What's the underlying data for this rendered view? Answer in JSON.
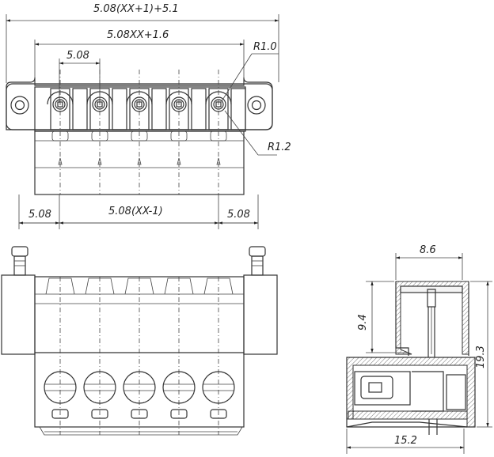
{
  "dimensions": {
    "overall_width": "5.08(XX+1)+5.1",
    "pin_span": "5.08XX+1.6",
    "pitch": "5.08",
    "radius_top": "R1.0",
    "radius_bottom": "R1.2",
    "left_offset": "5.08",
    "middle_span": "5.08(XX-1)",
    "right_offset": "5.08",
    "side_top_width": "8.6",
    "side_height_small": "9.4",
    "side_height_total": "19.3",
    "side_bottom_width": "15.2"
  },
  "pin_count": 5
}
